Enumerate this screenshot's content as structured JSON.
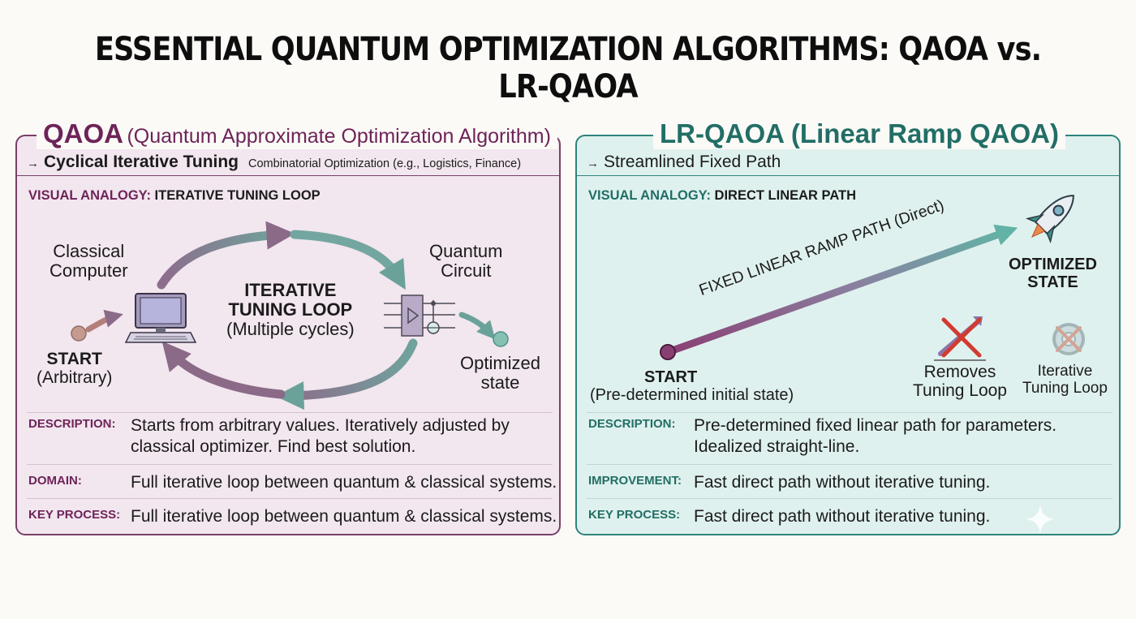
{
  "title": "ESSENTIAL QUANTUM OPTIMIZATION ALGORITHMS: QAOA vs. LR-QAOA",
  "qaoa": {
    "name": "QAOA",
    "full_name": "(Quantum Approximate Optimization Algorithm)",
    "tagline": "Cyclical Iterative Tuning",
    "application": "Combinatorial Optimization (e.g., Logistics, Finance)",
    "analogy_label": "VISUAL ANALOGY:",
    "analogy_value": "ITERATIVE TUNING LOOP",
    "diagram": {
      "classical": [
        "Classical",
        "Computer"
      ],
      "quantum": [
        "Quantum",
        "Circuit"
      ],
      "loop": [
        "ITERATIVE",
        "TUNING LOOP"
      ],
      "loop_sub": "(Multiple cycles)",
      "start": "START",
      "start_sub": "(Arbitrary)",
      "optimized": [
        "Optimized",
        "state"
      ]
    },
    "rows": [
      {
        "key": "DESCRIPTION:",
        "value": [
          "Starts from arbitrary values. Iteratively adjusted by",
          "classical optimizer. Find best solution."
        ]
      },
      {
        "key": "DOMAIN:",
        "value": [
          "Full iterative loop between quantum & classical systems."
        ]
      },
      {
        "key": "KEY PROCESS:",
        "value": [
          "Full iterative loop between quantum & classical systems."
        ]
      }
    ]
  },
  "lrqaoa": {
    "name": "LR-QAOA (Linear Ramp QAOA)",
    "tagline": "Streamlined Fixed Path",
    "analogy_label": "VISUAL ANALOGY:",
    "analogy_value": "DIRECT LINEAR PATH",
    "diagram": {
      "path_label": "FIXED LINEAR RAMP PATH (Direct)",
      "optimized": [
        "OPTIMIZED",
        "STATE"
      ],
      "start": "START",
      "start_sub": "(Pre-determined initial state)",
      "removes": [
        "Removes",
        "Tuning Loop"
      ],
      "iterative": [
        "Iterative",
        "Tuning Loop"
      ]
    },
    "rows": [
      {
        "key": "DESCRIPTION:",
        "value": [
          "Pre-determined fixed linear path for parameters.",
          "Idealized straight-line."
        ]
      },
      {
        "key": "IMPROVEMENT:",
        "value": [
          "Fast direct path without iterative tuning."
        ]
      },
      {
        "key": "KEY PROCESS:",
        "value": [
          "Fast direct path without iterative tuning."
        ]
      }
    ]
  },
  "colors": {
    "qaoa_accent": "#6e2458",
    "lrqaoa_accent": "#226e66",
    "qaoa_bg": "#f2e6ef",
    "lrqaoa_bg": "#dff1ee"
  },
  "icons": [
    "arrow-right-icon",
    "computer-icon",
    "quantum-circuit-icon",
    "rocket-icon",
    "red-x-icon",
    "loop-icon",
    "sparkle-icon"
  ]
}
